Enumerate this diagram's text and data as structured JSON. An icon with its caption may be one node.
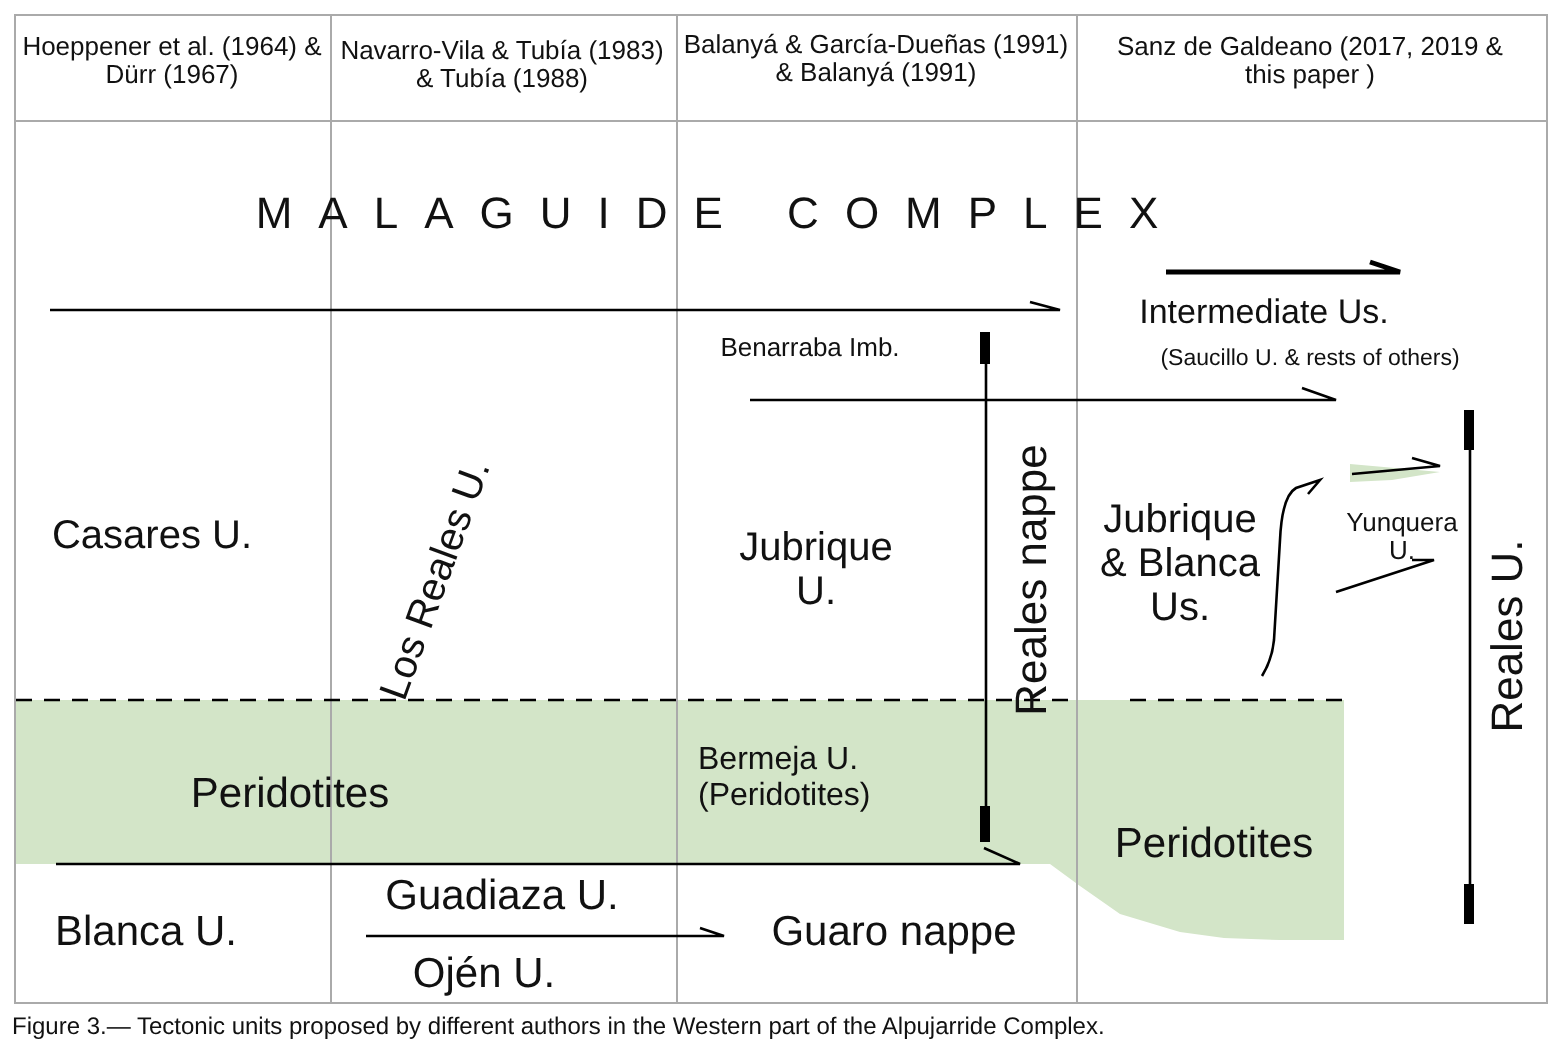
{
  "diagram": {
    "caption": "Figure 3.— Tectonic units proposed by different authors in the Western part of the Alpujarride Complex.",
    "labels": [
      "Hoeppener et al. (1964) & Dürr (1967)",
      "Navarro-Vila & Tubía (1983) & Tubía (1988)",
      "Balanyá & García-Dueñas (1991) & Balanyá (1991)",
      "Sanz de Galdeano (2017, 2019 & this paper )",
      "MALAGUIDE COMPLEX",
      "Intermediate Us.",
      "(Saucillo U. & rests of others)",
      "Benarraba Imb.",
      "Casares U.",
      "Los Reales U.",
      "Jubrique U.",
      "Reales nappe",
      "Jubrique & Blanca Us.",
      "Yunquera U.",
      "Reales U.",
      "Peridotites",
      "Bermeja U. (Peridotites)",
      "Peridotites",
      "Blanca U.",
      "Guadiaza U.",
      "Guaro nappe",
      "Ojén U."
    ]
  }
}
